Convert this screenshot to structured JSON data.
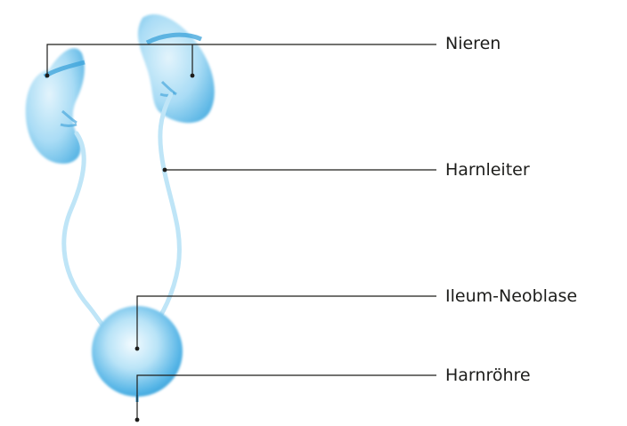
{
  "diagram": {
    "labels": {
      "kidneys": "Nieren",
      "ureter": "Harnleiter",
      "neobladder": "Ileum-Neoblase",
      "urethra": "Harnröhre"
    },
    "colors": {
      "organ_fill": "#8fd2f2",
      "organ_edge": "#3aa2da",
      "organ_light": "#e3f4fc",
      "leader_line": "#1d1d1b",
      "text": "#1d1d1b"
    }
  }
}
